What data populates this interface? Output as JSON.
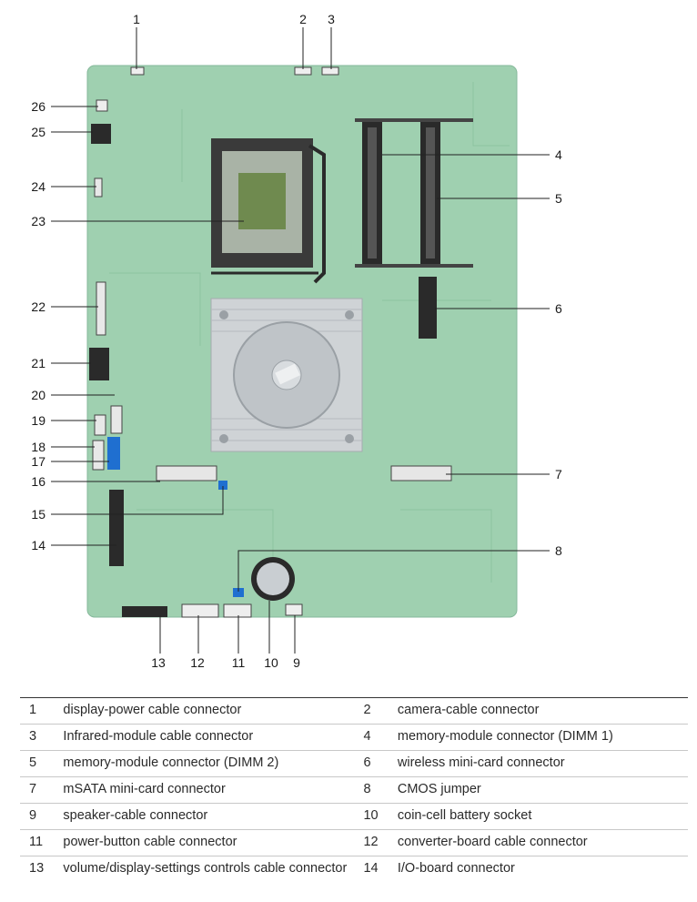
{
  "diagram": {
    "callouts": [
      "1",
      "2",
      "3",
      "4",
      "5",
      "6",
      "7",
      "8",
      "9",
      "10",
      "11",
      "12",
      "13",
      "14",
      "15",
      "16",
      "17",
      "18",
      "19",
      "20",
      "21",
      "22",
      "23",
      "24",
      "25",
      "26"
    ]
  },
  "legend": {
    "rows": [
      {
        "n1": "1",
        "t1": "display-power cable connector",
        "n2": "2",
        "t2": "camera-cable connector"
      },
      {
        "n1": "3",
        "t1": "Infrared-module cable connector",
        "n2": "4",
        "t2": "memory-module connector (DIMM 1)"
      },
      {
        "n1": "5",
        "t1": "memory-module connector (DIMM 2)",
        "n2": "6",
        "t2": "wireless mini-card connector"
      },
      {
        "n1": "7",
        "t1": "mSATA mini-card connector",
        "n2": "8",
        "t2": "CMOS jumper"
      },
      {
        "n1": "9",
        "t1": "speaker-cable connector",
        "n2": "10",
        "t2": "coin-cell battery socket"
      },
      {
        "n1": "11",
        "t1": "power-button cable connector",
        "n2": "12",
        "t2": "converter-board cable connector"
      },
      {
        "n1": "13",
        "t1": "volume/display-settings controls cable connector",
        "n2": "14",
        "t2": "I/O-board connector"
      }
    ]
  },
  "colors": {
    "board": "#9fd0b0",
    "board_dark": "#7fb897",
    "heatsink": "#cfd3d6",
    "connector": "#2b2b2b",
    "sata_blue": "#1f6fd0",
    "callout_line": "#222222"
  }
}
